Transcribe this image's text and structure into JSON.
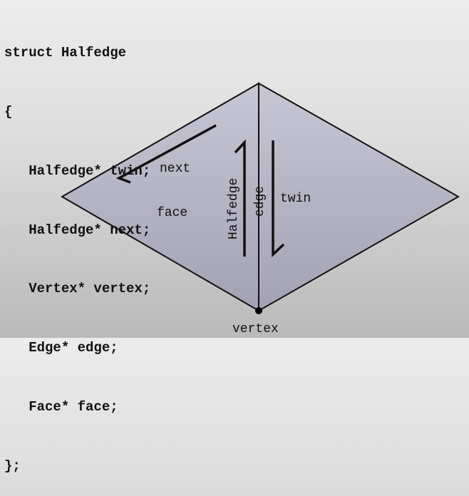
{
  "code": {
    "lines": [
      "struct Halfedge",
      "{",
      "   Halfedge* twin;",
      "   Halfedge* next;",
      "   Vertex* vertex;",
      "   Edge* edge;",
      "   Face* face;",
      "};"
    ]
  },
  "diagram": {
    "labels": {
      "next": "next",
      "face": "face",
      "halfedge": "Halfedge",
      "edge": "edge",
      "twin": "twin",
      "vertex": "vertex"
    },
    "colors": {
      "face_fill_top": "#c4c4d2",
      "face_fill_bottom": "#a3a3b4",
      "stroke": "#111111"
    }
  }
}
